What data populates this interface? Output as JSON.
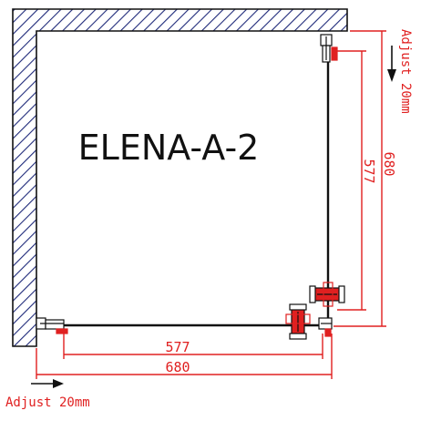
{
  "title": "ELENA-A-2",
  "bottom": {
    "inner_dimension": "577",
    "outer_dimension": "680",
    "adjust_label": "Adjust 20mm"
  },
  "right": {
    "inner_dimension": "577",
    "outer_dimension": "680",
    "adjust_label": "Adjust 20mm"
  },
  "colors": {
    "dimension": "#e02020",
    "wall_hatch": "#1f2a7a",
    "frame": "#111111"
  }
}
